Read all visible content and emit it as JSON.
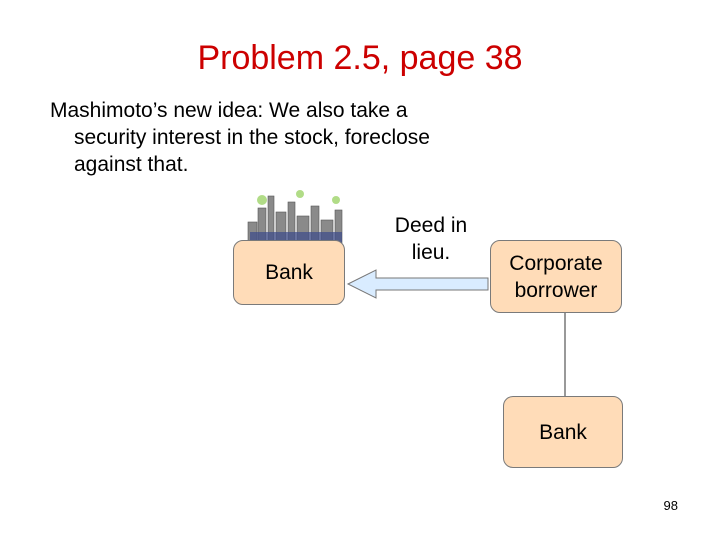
{
  "slide": {
    "title": "Problem 2.5, page 38",
    "bullet": "Mashimoto’s new idea: We also take a security interest in the stock, foreclose against that.",
    "page_number": "98"
  },
  "diagram": {
    "nodes": {
      "bank_left": "Bank",
      "corporate_borrower": "Corporate borrower",
      "bank_bottom": "Bank"
    },
    "edge_label": "Deed in lieu.",
    "colors": {
      "box_fill": "#ffdcb8",
      "arrow_fill": "#d9ecff",
      "title": "#cc0000"
    }
  }
}
